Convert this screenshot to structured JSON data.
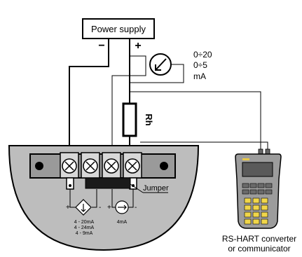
{
  "power_supply": {
    "label": "Power supply",
    "minus": "−",
    "plus": "+"
  },
  "meter": {
    "range1": "0÷20",
    "range2": "0÷5",
    "unit": "mA"
  },
  "resistor": {
    "label": "Rh"
  },
  "device": {
    "jumper_label": "Jumper",
    "current_source_1": {
      "plus": "+",
      "minus": "-",
      "lines": [
        "4 - 20mA",
        "4 - 24mA",
        "4 - 9mA"
      ]
    },
    "current_source_2": {
      "plus": "+",
      "minus": "-",
      "label": "4mA"
    }
  },
  "communicator": {
    "line1": "RS-HART converter",
    "line2": "or communicator"
  }
}
